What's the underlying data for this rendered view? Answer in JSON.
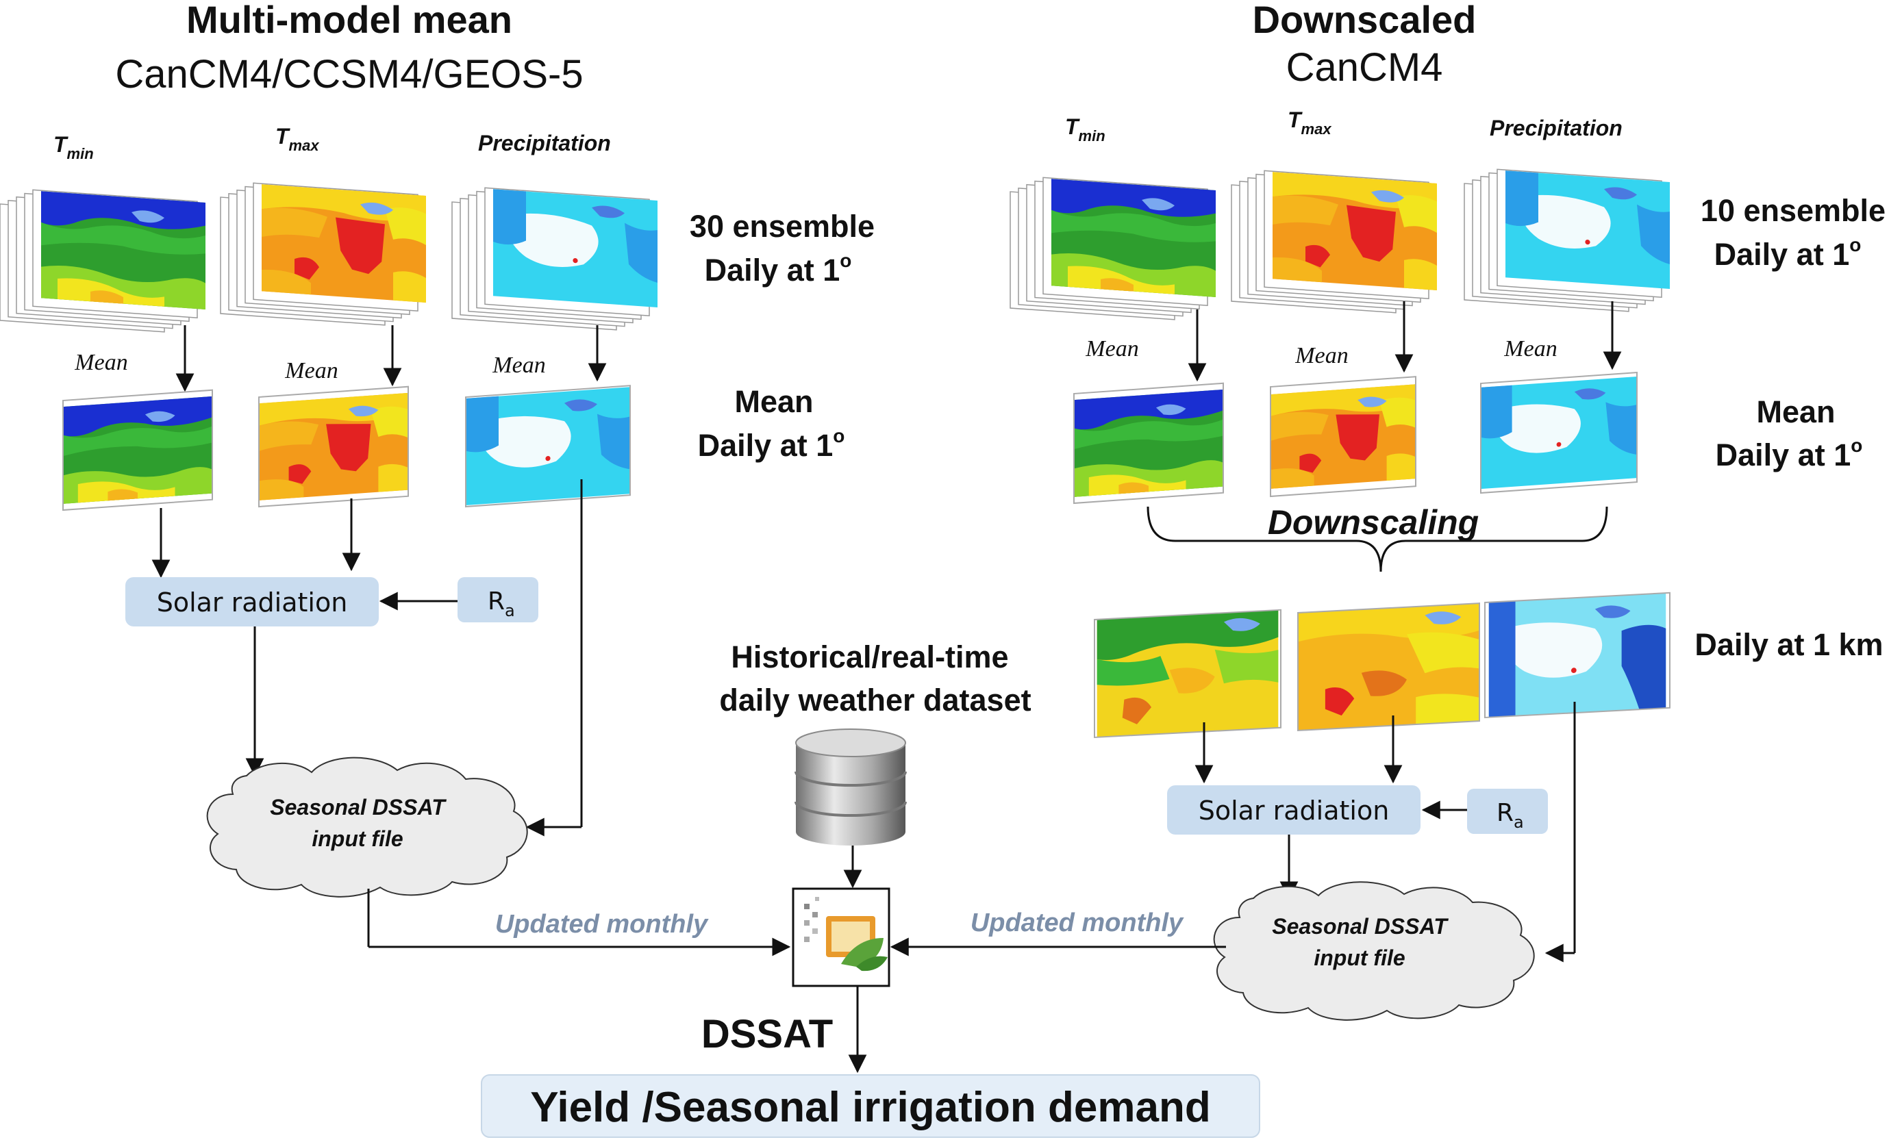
{
  "left": {
    "title": "Multi-model mean",
    "subtitle": "CanCM4/CCSM4/GEOS-5",
    "var_tmin": "T",
    "var_tmin_sub": "min",
    "var_tmax": "T",
    "var_tmax_sub": "max",
    "var_precip": "Precipitation",
    "ensemble_line1": "30 ensemble",
    "ensemble_line2": "Daily at 1",
    "mean_label": "Mean",
    "mean_line1": "Mean",
    "mean_line2": "Daily at 1",
    "solar": "Solar radiation",
    "ra": "R",
    "ra_sub": "a",
    "cloud_line1": "Seasonal DSSAT",
    "cloud_line2": "input file",
    "updated": "Updated  monthly"
  },
  "right": {
    "title": "Downscaled",
    "subtitle": "CanCM4",
    "var_tmin": "T",
    "var_tmin_sub": "min",
    "var_tmax": "T",
    "var_tmax_sub": "max",
    "var_precip": "Precipitation",
    "ensemble_line1": "10 ensemble",
    "ensemble_line2": "Daily at 1",
    "mean_label": "Mean",
    "mean_line1": "Mean",
    "mean_line2": "Daily at 1",
    "downscaling": "Downscaling",
    "km_label": "Daily at 1 km",
    "solar": "Solar radiation",
    "ra": "R",
    "ra_sub": "a",
    "cloud_line1": "Seasonal DSSAT",
    "cloud_line2": "input file",
    "updated": "Updated  monthly"
  },
  "center": {
    "hist_line1": "Historical/real-time",
    "hist_line2": "daily weather dataset",
    "degree_mark": "o",
    "dssat": "DSSAT",
    "yield": "Yield /Seasonal irrigation demand"
  },
  "colors": {
    "box_fill": "#c9dcef",
    "yield_fill": "#e4eef8",
    "cloud_fill": "#ececec",
    "updated_text": "#7b8ea8",
    "map_tmin_north": "#1a2fd1",
    "map_tmin_mid": "#2e9e2e",
    "map_tmax_hot": "#e32222",
    "map_tmax_warm": "#f39a1a",
    "map_precip": "#34d4f0"
  }
}
